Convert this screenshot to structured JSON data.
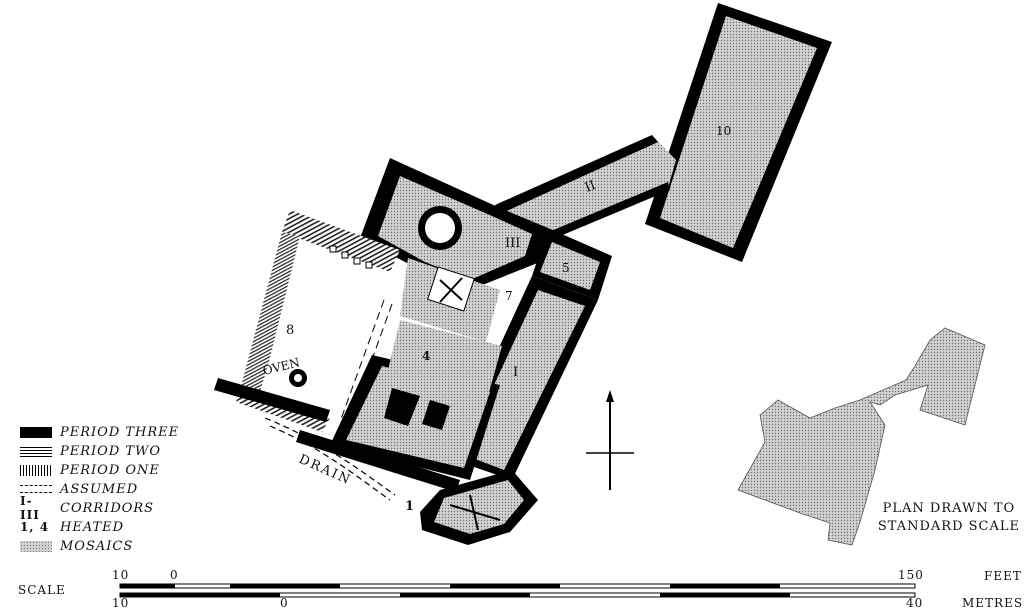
{
  "rooms": {
    "r10": "10",
    "r5": "5",
    "r7": "7",
    "r8": "8",
    "r4": "4",
    "r1": "1",
    "c1": "I",
    "c2": "II",
    "c3": "III"
  },
  "labels": {
    "oven": "OVEN",
    "drain": "DRAIN"
  },
  "legend": [
    {
      "key": "PERIOD THREE",
      "swatch": "three"
    },
    {
      "key": "PERIOD TWO",
      "swatch": "two"
    },
    {
      "key": "PERIOD ONE",
      "swatch": "one"
    },
    {
      "key": "ASSUMED",
      "swatch": "assumed"
    },
    {
      "key": "CORRIDORS",
      "symbol": "I-III"
    },
    {
      "key": "HEATED",
      "symbol": "1, 4"
    },
    {
      "key": "MOSAICS",
      "swatch": "mosaic"
    }
  ],
  "note": {
    "line1": "PLAN DRAWN TO",
    "line2": "STANDARD SCALE"
  },
  "scale": {
    "label": "SCALE",
    "feet_left": "10",
    "feet_zero": "0",
    "feet_right": "150",
    "feet_unit": "FEET",
    "metres_left": "10",
    "metres_zero": "0",
    "metres_right": "40",
    "metres_unit": "METRES"
  },
  "colors": {
    "wall": "#000000",
    "mosaic": "#c8c8c8",
    "mosaic_dot": "#7a7a7a"
  }
}
